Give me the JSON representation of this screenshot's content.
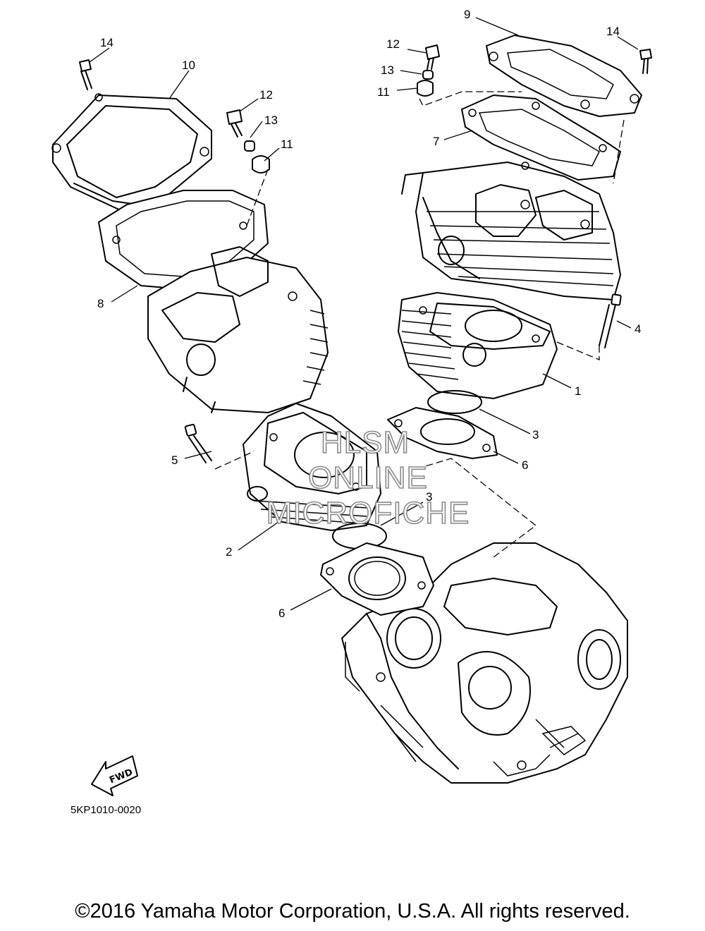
{
  "callouts": {
    "c1": "1",
    "c2": "2",
    "c3a": "3",
    "c3b": "3",
    "c4": "4",
    "c5": "5",
    "c6a": "6",
    "c6b": "6",
    "c7": "7",
    "c8": "8",
    "c9": "9",
    "c10": "10",
    "c11a": "11",
    "c11b": "11",
    "c12a": "12",
    "c12b": "12",
    "c13a": "13",
    "c13b": "13",
    "c14a": "14",
    "c14b": "14"
  },
  "watermark": {
    "line1": "HLSM",
    "line2": "ONLINE",
    "line3": "MICROFICHE"
  },
  "fwd_label": "FWD",
  "diagram_code": "5KP1010-0020",
  "copyright": "©2016 Yamaha Motor Corporation, U.S.A. All rights reserved."
}
